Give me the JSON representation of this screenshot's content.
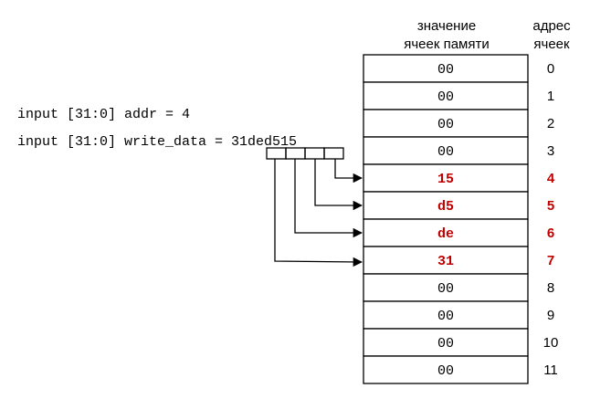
{
  "headers": {
    "value_line1": "значение",
    "value_line2": "ячеек памяти",
    "addr_line1": "адрес",
    "addr_line2": "ячеек"
  },
  "code": {
    "addr_line": "input [31:0] addr = 4",
    "write_line": "input [31:0] write_data = 31ded515"
  },
  "memory": [
    {
      "address": "0",
      "value": "00",
      "highlight": false
    },
    {
      "address": "1",
      "value": "00",
      "highlight": false
    },
    {
      "address": "2",
      "value": "00",
      "highlight": false
    },
    {
      "address": "3",
      "value": "00",
      "highlight": false
    },
    {
      "address": "4",
      "value": "15",
      "highlight": true
    },
    {
      "address": "5",
      "value": "d5",
      "highlight": true
    },
    {
      "address": "6",
      "value": "de",
      "highlight": true
    },
    {
      "address": "7",
      "value": "31",
      "highlight": true
    },
    {
      "address": "8",
      "value": "00",
      "highlight": false
    },
    {
      "address": "9",
      "value": "00",
      "highlight": false
    },
    {
      "address": "10",
      "value": "00",
      "highlight": false
    },
    {
      "address": "11",
      "value": "00",
      "highlight": false
    }
  ],
  "colors": {
    "highlight": "#c00000",
    "normal": "#000000"
  }
}
